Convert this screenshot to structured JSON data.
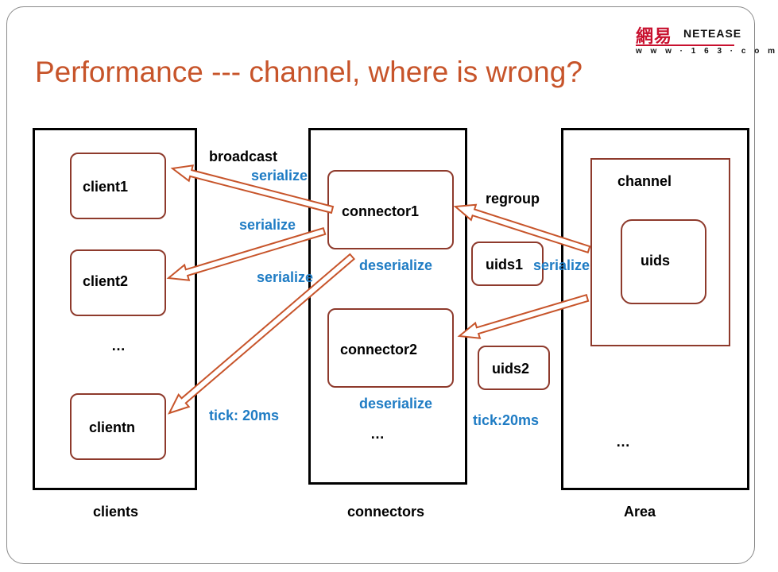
{
  "title": "Performance --- channel, where is wrong?",
  "logo": {
    "chinese": "網易",
    "english": "NETEASE",
    "url": "w w w · 1 6 3 · c o m"
  },
  "panels": {
    "clients": "clients",
    "connectors": "connectors",
    "area": "Area"
  },
  "clients": [
    "client1",
    "client2",
    "clientn"
  ],
  "connectors": [
    "connector1",
    "connector2"
  ],
  "uids_groups": [
    "uids1",
    "uids2"
  ],
  "channel": {
    "label": "channel",
    "uids": "uids"
  },
  "ellipsis": "…",
  "labels": {
    "broadcast": "broadcast",
    "regroup": "regroup",
    "serialize": "serialize",
    "deserialize": "deserialize",
    "tick_clients": "tick: 20ms",
    "tick_connectors": "tick:20ms"
  },
  "colors": {
    "title": "#c7542a",
    "node_border": "#8e3a2c",
    "accent_blue": "#1f7cc4",
    "logo_red": "#c8102e"
  }
}
